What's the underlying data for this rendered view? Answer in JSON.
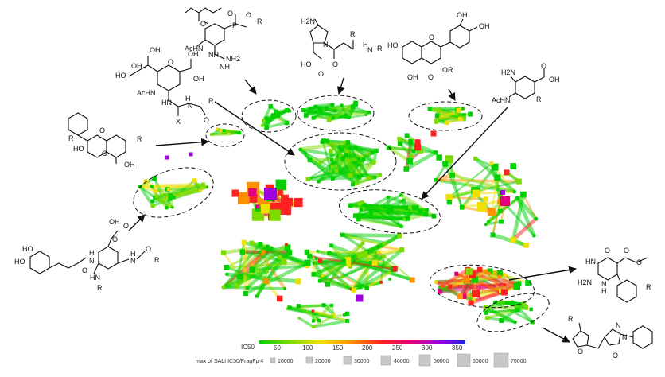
{
  "colorbar": {
    "title": "IC50",
    "ticks": [
      "50",
      "100",
      "150",
      "200",
      "250",
      "300",
      "350"
    ],
    "colors": [
      "#00d000",
      "#7cdc00",
      "#f0e000",
      "#ff9000",
      "#ff2020",
      "#e00080",
      "#a000e0",
      "#2020e0"
    ]
  },
  "size_legend": {
    "title": "max of SALI IC50/FragFp 4",
    "items": [
      "10000",
      "20000",
      "30000",
      "40000",
      "50000",
      "60000",
      "70000"
    ]
  },
  "structures": {
    "neuraminidase_top": [
      "O",
      "P",
      "O",
      "R",
      "O",
      "AcHN",
      "NH",
      "NH2",
      "NH"
    ],
    "sialic": [
      "OH",
      "HO",
      "OH",
      "OH",
      "O",
      "OH",
      "AcHN",
      "HN",
      "H",
      "N",
      "R",
      "X",
      "O"
    ],
    "proline": [
      "H2N",
      "R",
      "H",
      "N",
      "R",
      "N",
      "O",
      "HO",
      "O"
    ],
    "quercetin": [
      "OH",
      "OH",
      "HO",
      "O",
      "OH",
      "O",
      "OR"
    ],
    "aminobenzoic": [
      "H2N",
      "OH",
      "AcHN",
      "O",
      "R"
    ],
    "flavone": [
      "R",
      "O",
      "HO",
      "R",
      "O",
      "OH"
    ],
    "caffeic": [
      "HO",
      "HO",
      "OH",
      "O",
      "O",
      "H",
      "N",
      "O",
      "HN",
      "R",
      "O",
      "H",
      "N",
      "R"
    ],
    "pyrimidine": [
      "O",
      "O",
      "HN",
      "O",
      "H2N",
      "N",
      "H",
      "R"
    ],
    "pyrazolone": [
      "R",
      "O",
      "N",
      "N",
      "O"
    ]
  }
}
